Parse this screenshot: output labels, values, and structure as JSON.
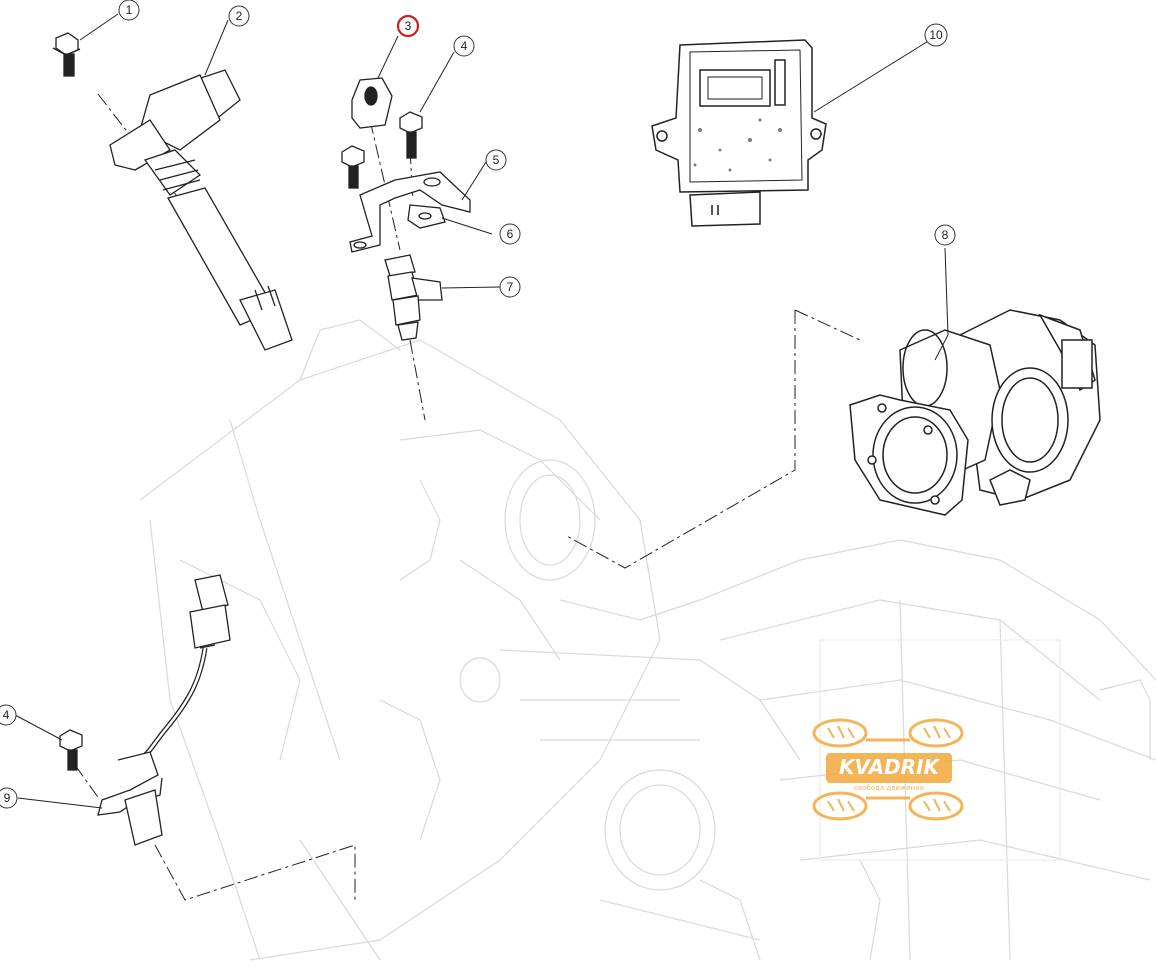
{
  "callouts": [
    {
      "id": "1",
      "label": "1",
      "highlight": false
    },
    {
      "id": "2",
      "label": "2",
      "highlight": false
    },
    {
      "id": "3",
      "label": "3",
      "highlight": true
    },
    {
      "id": "4a",
      "label": "4",
      "highlight": false
    },
    {
      "id": "5",
      "label": "5",
      "highlight": false
    },
    {
      "id": "6",
      "label": "6",
      "highlight": false
    },
    {
      "id": "7",
      "label": "7",
      "highlight": false
    },
    {
      "id": "8",
      "label": "8",
      "highlight": false
    },
    {
      "id": "9",
      "label": "9",
      "highlight": false
    },
    {
      "id": "10",
      "label": "10",
      "highlight": false
    },
    {
      "id": "4b",
      "label": "4",
      "highlight": false
    }
  ],
  "colors": {
    "line": "#222222",
    "faint": "#d7d7d7",
    "highlight": "#cc1f1f",
    "logo": "#f2a93b"
  },
  "watermark": {
    "brand": "KVADRIK",
    "tagline": "свобода движения"
  }
}
